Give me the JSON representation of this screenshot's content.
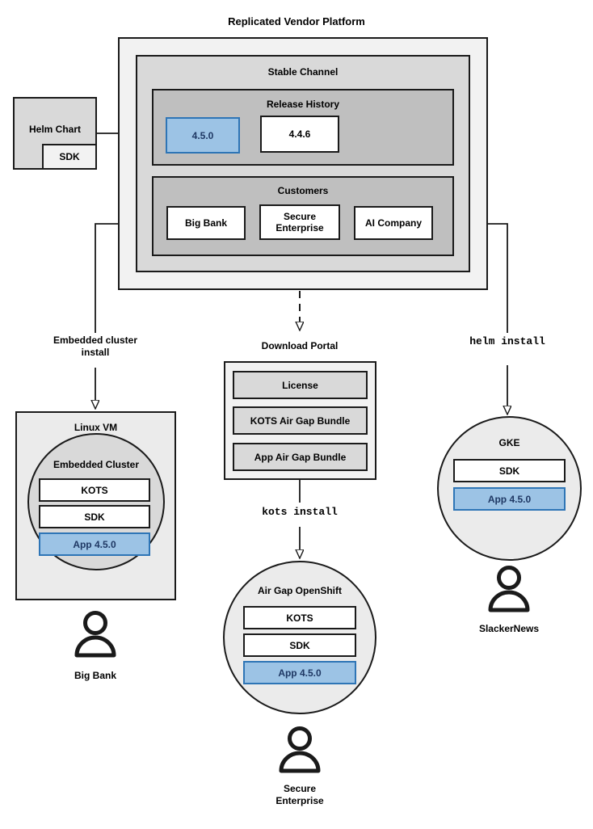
{
  "diagram": {
    "title": "Replicated Vendor Platform",
    "accent_blue_fill": "#9cc3e5",
    "accent_blue_border": "#2e75b6",
    "accent_blue_text": "#1f3864",
    "outline": "#1a1a1a"
  },
  "helm_chart": {
    "label": "Helm Chart",
    "sdk_label": "SDK"
  },
  "platform": {
    "channel_title": "Stable Channel",
    "release_history": {
      "title": "Release History",
      "releases": [
        {
          "version": "4.5.0",
          "highlighted": true
        },
        {
          "version": "4.4.6",
          "highlighted": false
        }
      ]
    },
    "customers": {
      "title": "Customers",
      "items": [
        {
          "name": "Big Bank"
        },
        {
          "name": "Secure\nEnterprise"
        },
        {
          "name": "AI Company"
        }
      ]
    }
  },
  "flows": {
    "embedded_cluster_install": "Embedded cluster\ninstall",
    "kots_install": "kots install",
    "helm_install": "helm install"
  },
  "download_portal": {
    "title": "Download Portal",
    "artifacts": [
      "License",
      "KOTS Air Gap Bundle",
      "App Air Gap Bundle"
    ]
  },
  "targets": {
    "linux_vm": {
      "title": "Linux VM",
      "cluster_title": "Embedded Cluster",
      "components": [
        {
          "label": "KOTS",
          "highlighted": false
        },
        {
          "label": "SDK",
          "highlighted": false
        },
        {
          "label": "App 4.5.0",
          "highlighted": true
        }
      ],
      "customer": "Big Bank"
    },
    "air_gap_openshift": {
      "title": "Air Gap OpenShift",
      "components": [
        {
          "label": "KOTS",
          "highlighted": false
        },
        {
          "label": "SDK",
          "highlighted": false
        },
        {
          "label": "App 4.5.0",
          "highlighted": true
        }
      ],
      "customer": "Secure\nEnterprise"
    },
    "gke": {
      "title": "GKE",
      "components": [
        {
          "label": "SDK",
          "highlighted": false
        },
        {
          "label": "App 4.5.0",
          "highlighted": true
        }
      ],
      "customer": "SlackerNews"
    }
  }
}
